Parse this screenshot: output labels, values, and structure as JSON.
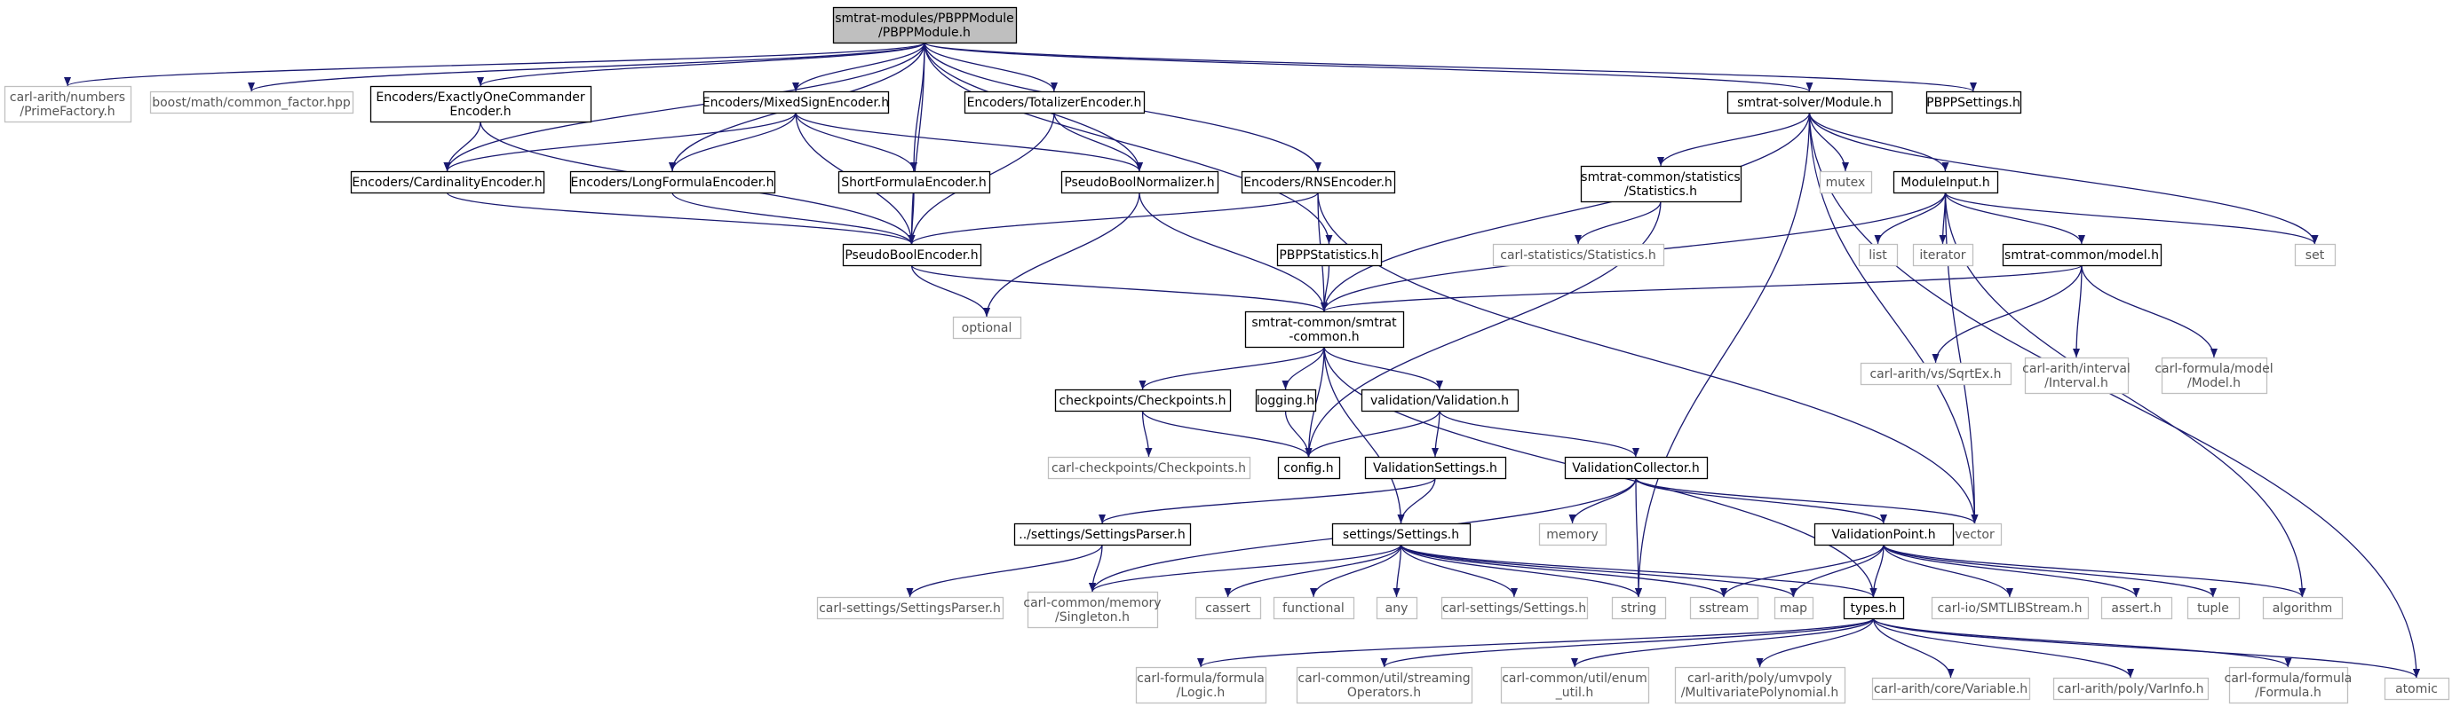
{
  "graph": {
    "colors": {
      "edge": "#191970",
      "root_fill": "#bfbfbf",
      "local_border": "#000000",
      "external_border": "#bfbfbf",
      "external_text": "#555555"
    },
    "nodes": [
      {
        "id": "root",
        "lines": [
          "smtrat-modules/PBPPModule",
          "/PBPPModule.h"
        ],
        "kind": "root"
      },
      {
        "id": "primefactory",
        "lines": [
          "carl-arith/numbers",
          "/PrimeFactory.h"
        ],
        "kind": "ext"
      },
      {
        "id": "commonfactor",
        "lines": [
          "boost/math/common_factor.hpp"
        ],
        "kind": "ext"
      },
      {
        "id": "exactlyone",
        "lines": [
          "Encoders/ExactlyOneCommander",
          "Encoder.h"
        ],
        "kind": "local"
      },
      {
        "id": "mixedsign",
        "lines": [
          "Encoders/MixedSignEncoder.h"
        ],
        "kind": "local"
      },
      {
        "id": "totalizer",
        "lines": [
          "Encoders/TotalizerEncoder.h"
        ],
        "kind": "local"
      },
      {
        "id": "module",
        "lines": [
          "smtrat-solver/Module.h"
        ],
        "kind": "local"
      },
      {
        "id": "pbppsettings",
        "lines": [
          "PBPPSettings.h"
        ],
        "kind": "local"
      },
      {
        "id": "cardinality",
        "lines": [
          "Encoders/CardinalityEncoder.h"
        ],
        "kind": "local"
      },
      {
        "id": "longformula",
        "lines": [
          "Encoders/LongFormulaEncoder.h"
        ],
        "kind": "local"
      },
      {
        "id": "shortformula",
        "lines": [
          "ShortFormulaEncoder.h"
        ],
        "kind": "local"
      },
      {
        "id": "normalizer",
        "lines": [
          "PseudoBoolNormalizer.h"
        ],
        "kind": "local"
      },
      {
        "id": "rns",
        "lines": [
          "Encoders/RNSEncoder.h"
        ],
        "kind": "local"
      },
      {
        "id": "statistics",
        "lines": [
          "smtrat-common/statistics",
          "/Statistics.h"
        ],
        "kind": "local"
      },
      {
        "id": "mutex",
        "lines": [
          "mutex"
        ],
        "kind": "ext"
      },
      {
        "id": "moduleinput",
        "lines": [
          "ModuleInput.h"
        ],
        "kind": "local"
      },
      {
        "id": "pseudobool",
        "lines": [
          "PseudoBoolEncoder.h"
        ],
        "kind": "local"
      },
      {
        "id": "pbppstats",
        "lines": [
          "PBPPStatistics.h"
        ],
        "kind": "local"
      },
      {
        "id": "carlstats",
        "lines": [
          "carl-statistics/Statistics.h"
        ],
        "kind": "ext"
      },
      {
        "id": "list",
        "lines": [
          "list"
        ],
        "kind": "ext"
      },
      {
        "id": "iterator",
        "lines": [
          "iterator"
        ],
        "kind": "ext"
      },
      {
        "id": "model",
        "lines": [
          "smtrat-common/model.h"
        ],
        "kind": "local"
      },
      {
        "id": "set",
        "lines": [
          "set"
        ],
        "kind": "ext"
      },
      {
        "id": "optional",
        "lines": [
          "optional"
        ],
        "kind": "ext"
      },
      {
        "id": "smtratcommon",
        "lines": [
          "smtrat-common/smtrat",
          "-common.h"
        ],
        "kind": "local"
      },
      {
        "id": "sqrtex",
        "lines": [
          "carl-arith/vs/SqrtEx.h"
        ],
        "kind": "ext"
      },
      {
        "id": "interval",
        "lines": [
          "carl-arith/interval",
          "/Interval.h"
        ],
        "kind": "ext"
      },
      {
        "id": "formulamodel",
        "lines": [
          "carl-formula/model",
          "/Model.h"
        ],
        "kind": "ext"
      },
      {
        "id": "checkpoints",
        "lines": [
          "checkpoints/Checkpoints.h"
        ],
        "kind": "local"
      },
      {
        "id": "logging",
        "lines": [
          "logging.h"
        ],
        "kind": "local"
      },
      {
        "id": "validation",
        "lines": [
          "validation/Validation.h"
        ],
        "kind": "local"
      },
      {
        "id": "carlcheckpoints",
        "lines": [
          "carl-checkpoints/Checkpoints.h"
        ],
        "kind": "ext"
      },
      {
        "id": "config",
        "lines": [
          "config.h"
        ],
        "kind": "local"
      },
      {
        "id": "validationsettings",
        "lines": [
          "ValidationSettings.h"
        ],
        "kind": "local"
      },
      {
        "id": "validationcollector",
        "lines": [
          "ValidationCollector.h"
        ],
        "kind": "local"
      },
      {
        "id": "memory",
        "lines": [
          "memory"
        ],
        "kind": "ext"
      },
      {
        "id": "vector",
        "lines": [
          "vector"
        ],
        "kind": "ext"
      },
      {
        "id": "settingsparser",
        "lines": [
          "../settings/SettingsParser.h"
        ],
        "kind": "local"
      },
      {
        "id": "settings",
        "lines": [
          "settings/Settings.h"
        ],
        "kind": "local"
      },
      {
        "id": "validationpoint",
        "lines": [
          "ValidationPoint.h"
        ],
        "kind": "local"
      },
      {
        "id": "carlsettingsparser",
        "lines": [
          "carl-settings/SettingsParser.h"
        ],
        "kind": "ext"
      },
      {
        "id": "singleton",
        "lines": [
          "carl-common/memory",
          "/Singleton.h"
        ],
        "kind": "ext"
      },
      {
        "id": "cassert",
        "lines": [
          "cassert"
        ],
        "kind": "ext"
      },
      {
        "id": "functional",
        "lines": [
          "functional"
        ],
        "kind": "ext"
      },
      {
        "id": "any",
        "lines": [
          "any"
        ],
        "kind": "ext"
      },
      {
        "id": "carlsettings",
        "lines": [
          "carl-settings/Settings.h"
        ],
        "kind": "ext"
      },
      {
        "id": "string",
        "lines": [
          "string"
        ],
        "kind": "ext"
      },
      {
        "id": "sstream",
        "lines": [
          "sstream"
        ],
        "kind": "ext"
      },
      {
        "id": "map",
        "lines": [
          "map"
        ],
        "kind": "ext"
      },
      {
        "id": "types",
        "lines": [
          "types.h"
        ],
        "kind": "local"
      },
      {
        "id": "smtlibstream",
        "lines": [
          "carl-io/SMTLIBStream.h"
        ],
        "kind": "ext"
      },
      {
        "id": "asserth",
        "lines": [
          "assert.h"
        ],
        "kind": "ext"
      },
      {
        "id": "tuple",
        "lines": [
          "tuple"
        ],
        "kind": "ext"
      },
      {
        "id": "algorithm",
        "lines": [
          "algorithm"
        ],
        "kind": "ext"
      },
      {
        "id": "logic",
        "lines": [
          "carl-formula/formula",
          "/Logic.h"
        ],
        "kind": "ext"
      },
      {
        "id": "streamingops",
        "lines": [
          "carl-common/util/streaming",
          "Operators.h"
        ],
        "kind": "ext"
      },
      {
        "id": "enumutil",
        "lines": [
          "carl-common/util/enum",
          "_util.h"
        ],
        "kind": "ext"
      },
      {
        "id": "multipoly",
        "lines": [
          "carl-arith/poly/umvpoly",
          "/MultivariatePolynomial.h"
        ],
        "kind": "ext"
      },
      {
        "id": "variable",
        "lines": [
          "carl-arith/core/Variable.h"
        ],
        "kind": "ext"
      },
      {
        "id": "varinfo",
        "lines": [
          "carl-arith/poly/VarInfo.h"
        ],
        "kind": "ext"
      },
      {
        "id": "formula",
        "lines": [
          "carl-formula/formula",
          "/Formula.h"
        ],
        "kind": "ext"
      },
      {
        "id": "atomic",
        "lines": [
          "atomic"
        ],
        "kind": "ext"
      }
    ],
    "edges": [
      [
        "root",
        "primefactory"
      ],
      [
        "root",
        "commonfactor"
      ],
      [
        "root",
        "exactlyone"
      ],
      [
        "root",
        "mixedsign"
      ],
      [
        "root",
        "totalizer"
      ],
      [
        "root",
        "module"
      ],
      [
        "root",
        "pbppsettings"
      ],
      [
        "root",
        "cardinality"
      ],
      [
        "root",
        "longformula"
      ],
      [
        "root",
        "shortformula"
      ],
      [
        "root",
        "normalizer"
      ],
      [
        "root",
        "rns"
      ],
      [
        "root",
        "pbppstats"
      ],
      [
        "root",
        "pseudobool"
      ],
      [
        "exactlyone",
        "cardinality"
      ],
      [
        "exactlyone",
        "pseudobool"
      ],
      [
        "mixedsign",
        "cardinality"
      ],
      [
        "mixedsign",
        "longformula"
      ],
      [
        "mixedsign",
        "shortformula"
      ],
      [
        "mixedsign",
        "normalizer"
      ],
      [
        "mixedsign",
        "pseudobool"
      ],
      [
        "totalizer",
        "normalizer"
      ],
      [
        "totalizer",
        "pseudobool"
      ],
      [
        "cardinality",
        "pseudobool"
      ],
      [
        "longformula",
        "pseudobool"
      ],
      [
        "shortformula",
        "pseudobool"
      ],
      [
        "normalizer",
        "optional"
      ],
      [
        "normalizer",
        "smtratcommon"
      ],
      [
        "rns",
        "pseudobool"
      ],
      [
        "rns",
        "smtratcommon"
      ],
      [
        "rns",
        "vector"
      ],
      [
        "pseudobool",
        "optional"
      ],
      [
        "pseudobool",
        "smtratcommon"
      ],
      [
        "pbppstats",
        "smtratcommon"
      ],
      [
        "module",
        "smtratcommon"
      ],
      [
        "module",
        "statistics"
      ],
      [
        "module",
        "mutex"
      ],
      [
        "module",
        "moduleinput"
      ],
      [
        "module",
        "set"
      ],
      [
        "module",
        "string"
      ],
      [
        "module",
        "vector"
      ],
      [
        "module",
        "atomic"
      ],
      [
        "statistics",
        "carlstats"
      ],
      [
        "statistics",
        "config"
      ],
      [
        "moduleinput",
        "smtratcommon"
      ],
      [
        "moduleinput",
        "list"
      ],
      [
        "moduleinput",
        "iterator"
      ],
      [
        "moduleinput",
        "model"
      ],
      [
        "moduleinput",
        "set"
      ],
      [
        "moduleinput",
        "vector"
      ],
      [
        "moduleinput",
        "algorithm"
      ],
      [
        "model",
        "smtratcommon"
      ],
      [
        "model",
        "sqrtex"
      ],
      [
        "model",
        "interval"
      ],
      [
        "model",
        "formulamodel"
      ],
      [
        "smtratcommon",
        "checkpoints"
      ],
      [
        "smtratcommon",
        "logging"
      ],
      [
        "smtratcommon",
        "validation"
      ],
      [
        "smtratcommon",
        "config"
      ],
      [
        "smtratcommon",
        "settings"
      ],
      [
        "smtratcommon",
        "types"
      ],
      [
        "checkpoints",
        "carlcheckpoints"
      ],
      [
        "checkpoints",
        "config"
      ],
      [
        "logging",
        "config"
      ],
      [
        "validation",
        "config"
      ],
      [
        "validation",
        "validationsettings"
      ],
      [
        "validation",
        "validationcollector"
      ],
      [
        "validationsettings",
        "settingsparser"
      ],
      [
        "validationsettings",
        "settings"
      ],
      [
        "validationcollector",
        "memory"
      ],
      [
        "validationcollector",
        "vector"
      ],
      [
        "validationcollector",
        "string"
      ],
      [
        "validationcollector",
        "validationpoint"
      ],
      [
        "validationcollector",
        "singleton"
      ],
      [
        "settingsparser",
        "carlsettingsparser"
      ],
      [
        "settingsparser",
        "singleton"
      ],
      [
        "settings",
        "singleton"
      ],
      [
        "settings",
        "cassert"
      ],
      [
        "settings",
        "functional"
      ],
      [
        "settings",
        "any"
      ],
      [
        "settings",
        "carlsettings"
      ],
      [
        "settings",
        "string"
      ],
      [
        "settings",
        "sstream"
      ],
      [
        "settings",
        "map"
      ],
      [
        "settings",
        "types"
      ],
      [
        "validationpoint",
        "sstream"
      ],
      [
        "validationpoint",
        "map"
      ],
      [
        "validationpoint",
        "types"
      ],
      [
        "validationpoint",
        "smtlibstream"
      ],
      [
        "validationpoint",
        "asserth"
      ],
      [
        "validationpoint",
        "tuple"
      ],
      [
        "validationpoint",
        "algorithm"
      ],
      [
        "types",
        "logic"
      ],
      [
        "types",
        "streamingops"
      ],
      [
        "types",
        "enumutil"
      ],
      [
        "types",
        "multipoly"
      ],
      [
        "types",
        "variable"
      ],
      [
        "types",
        "varinfo"
      ],
      [
        "types",
        "formula"
      ],
      [
        "types",
        "atomic"
      ]
    ]
  }
}
